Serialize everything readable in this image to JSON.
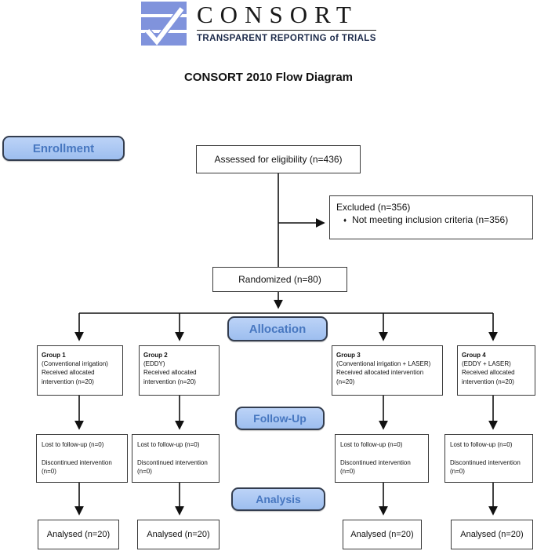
{
  "logo": {
    "wordmark": "CONSORT",
    "tagline": "TRANSPARENT REPORTING of TRIALS",
    "icon": "consort-checkmark-logo"
  },
  "page_title": "CONSORT 2010 Flow Diagram",
  "stages": {
    "enrollment": "Enrollment",
    "allocation": "Allocation",
    "follow_up": "Follow-Up",
    "analysis": "Analysis"
  },
  "flow": {
    "assessed": "Assessed for eligibility (n=436)",
    "excluded_title": "Excluded (n=356)",
    "excluded_bullet_char": "♦",
    "excluded_reason": "Not meeting inclusion criteria (n=356)",
    "randomized": "Randomized (n=80)"
  },
  "groups": [
    {
      "name": "Group 1",
      "arm": "(Conventional irrigation)",
      "received": "Received allocated intervention (n=20)",
      "lost": "Lost to follow-up (n=0)",
      "discontinued": "Discontinued intervention (n=0)",
      "analysed": "Analysed (n=20)"
    },
    {
      "name": "Group 2",
      "arm": "(EDDY)",
      "received": "Received allocated intervention (n=20)",
      "lost": "Lost to follow-up (n=0)",
      "discontinued": "Discontinued intervention (n=0)",
      "analysed": "Analysed (n=20)"
    },
    {
      "name": "Group 3",
      "arm": "(Conventional irrigation + LASER)",
      "received": "Received allocated intervention (n=20)",
      "lost": "Lost to follow-up (n=0)",
      "discontinued": "Discontinued intervention (n=0)",
      "analysed": "Analysed (n=20)"
    },
    {
      "name": "Group 4",
      "arm": "(EDDY + LASER)",
      "received": "Received allocated intervention (n=20)",
      "lost": "Lost to follow-up (n=0)",
      "discontinued": "Discontinued intervention (n=0)",
      "analysed": "Analysed (n=20)"
    }
  ],
  "colors": {
    "logo_blue": "#8093dc",
    "stage_fill_top": "#bcd3f7",
    "stage_fill_bottom": "#9dbeef",
    "stage_border": "#333d4f",
    "stage_text": "#4777c0",
    "box_border": "#3a3a3a",
    "line": "#111111",
    "tagline_navy": "#1c2a4a"
  }
}
